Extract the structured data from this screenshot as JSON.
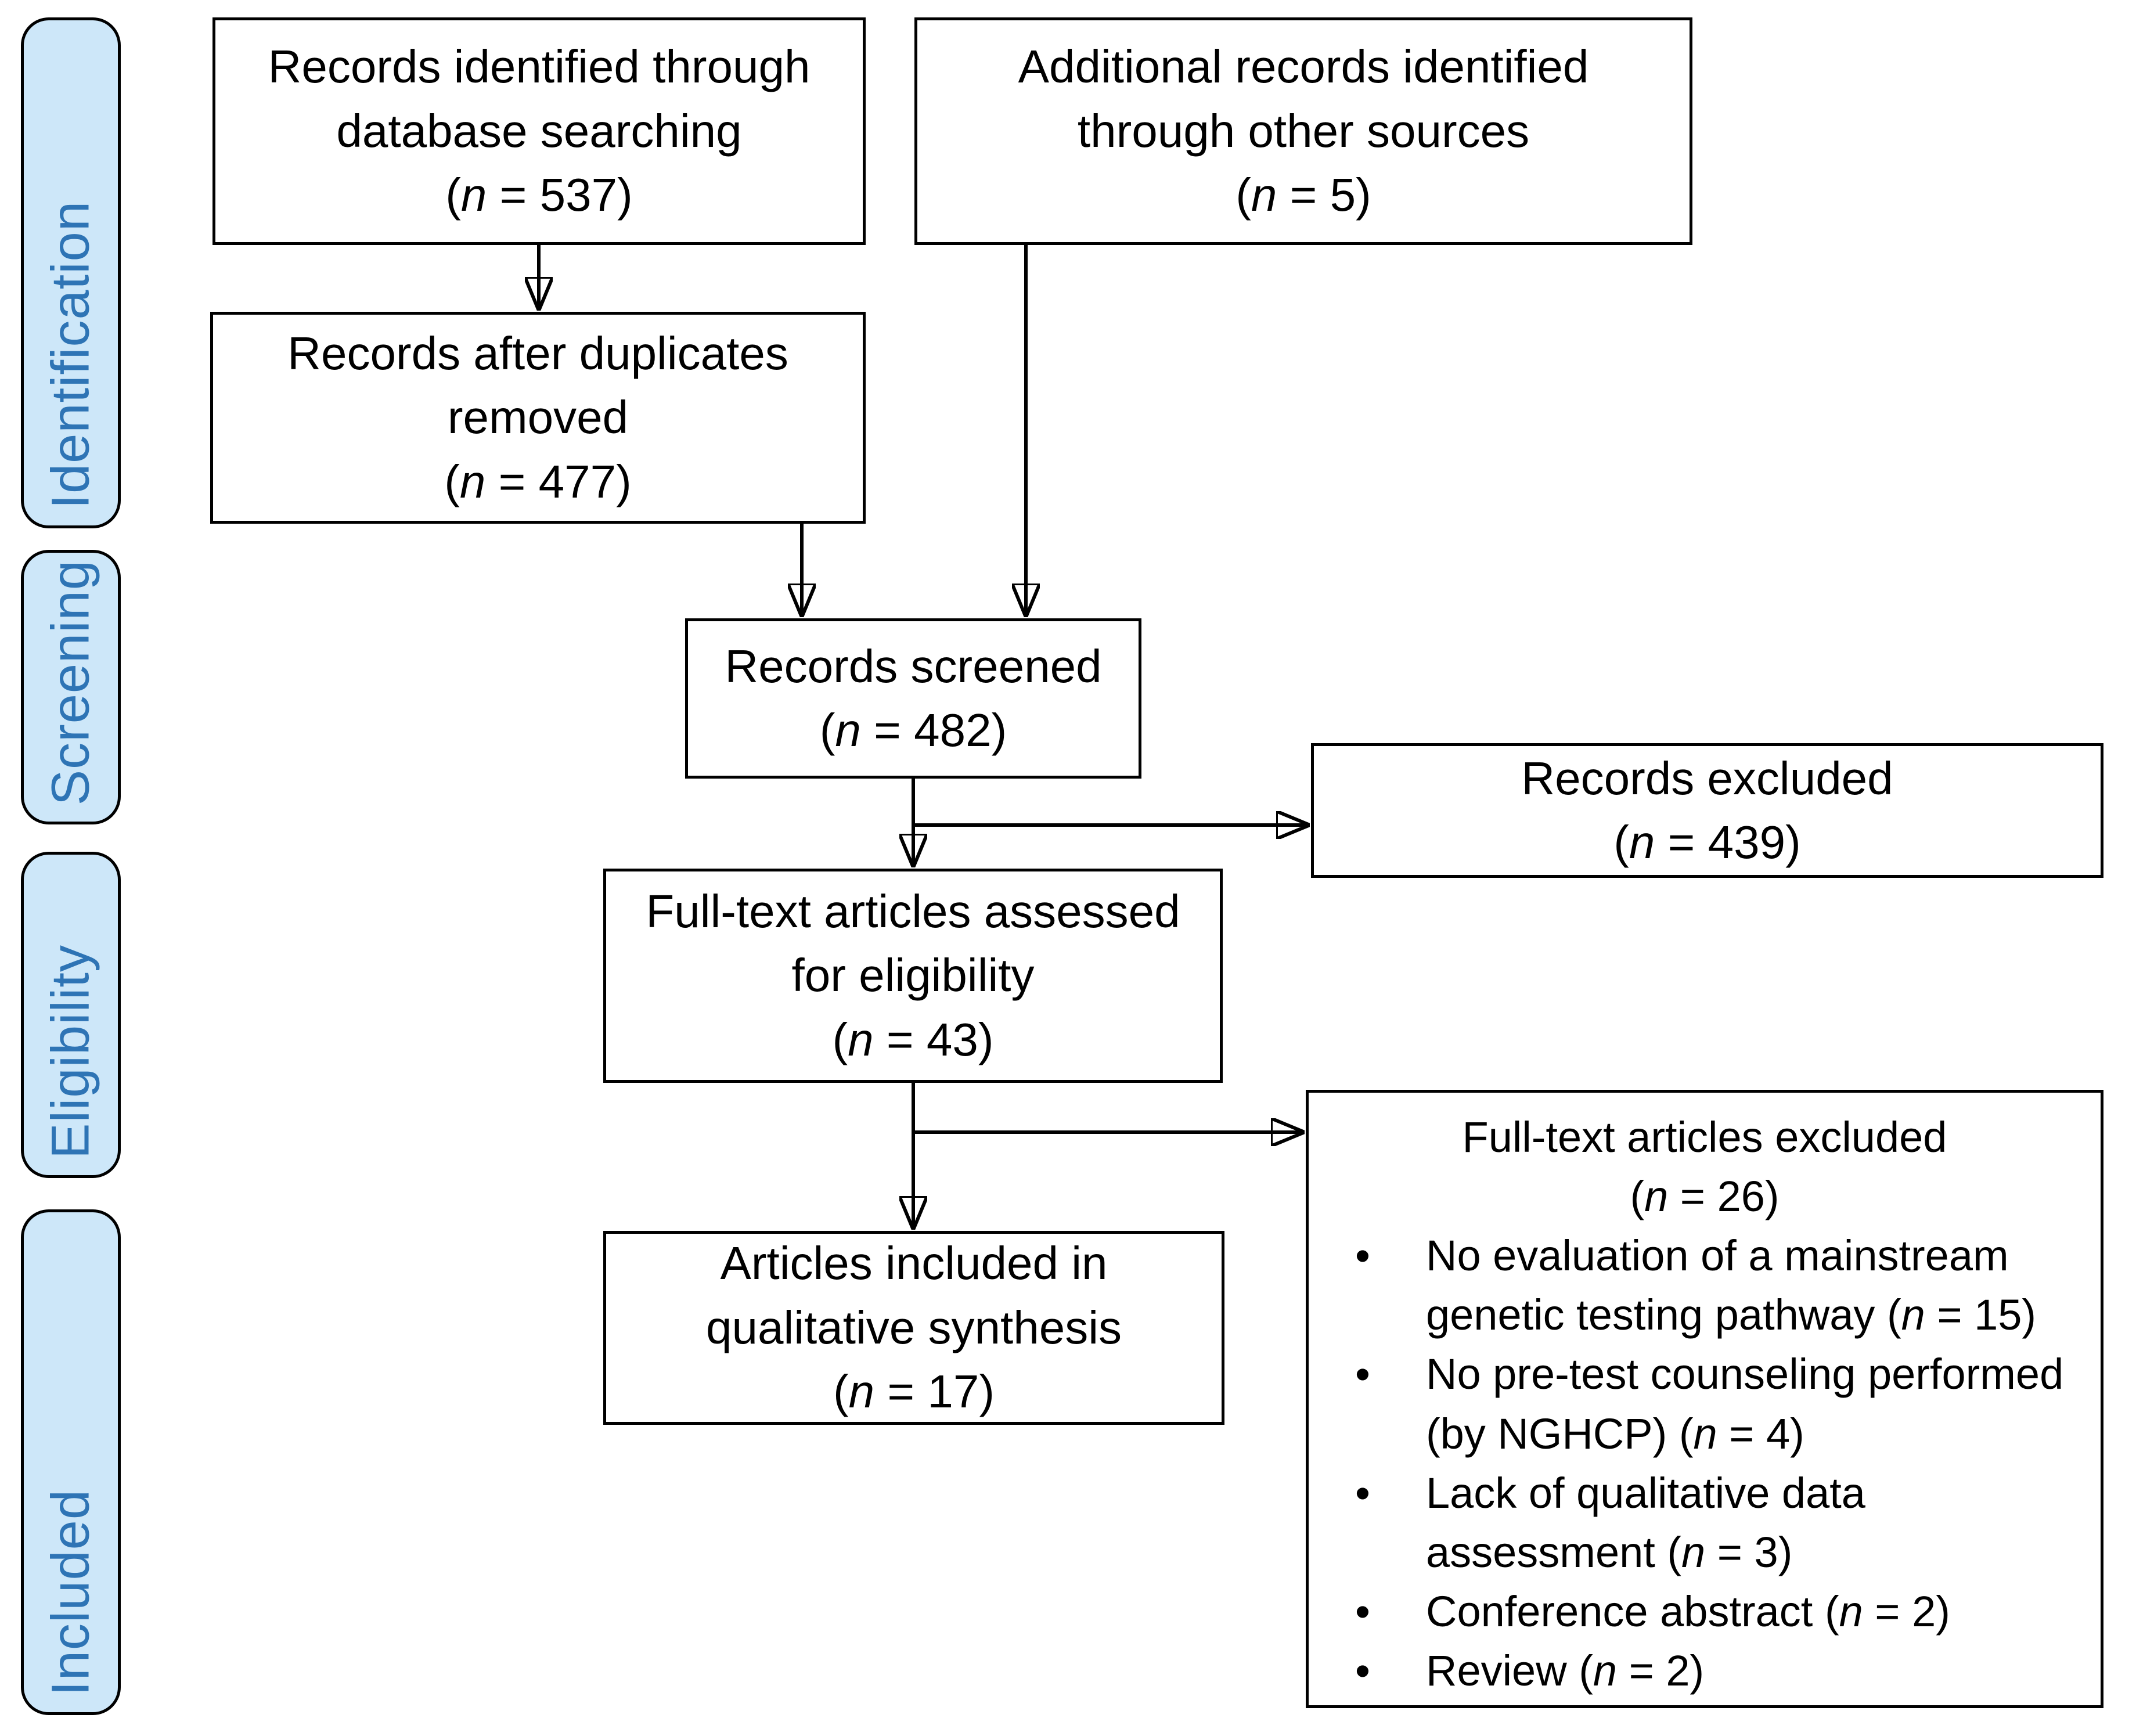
{
  "n_symbol": "n",
  "colors": {
    "background": "#FFFFFF",
    "border": "#000000",
    "stage_fill": "#CDE7F9",
    "stage_text": "#2E74B5"
  },
  "sidebar": {
    "stages": [
      {
        "label": "Identification"
      },
      {
        "label": "Screening"
      },
      {
        "label": "Eligibility"
      },
      {
        "label": "Included"
      }
    ]
  },
  "boxes": {
    "identified": {
      "lines": [
        "Records identified through",
        "database searching"
      ],
      "n": "537"
    },
    "additional": {
      "lines": [
        "Additional records identified",
        "through other sources"
      ],
      "n": "5"
    },
    "deduplicated": {
      "lines": [
        "Records after duplicates",
        "removed"
      ],
      "n": "477"
    },
    "screened": {
      "lines": [
        "Records screened"
      ],
      "n": "482"
    },
    "records_excluded": {
      "lines": [
        "Records excluded"
      ],
      "n": "439"
    },
    "fulltext_assessed": {
      "lines": [
        "Full-text articles assessed",
        "for eligibility"
      ],
      "n": "43"
    },
    "fulltext_excluded": {
      "title": "Full-text articles excluded",
      "n": "26",
      "reasons": [
        {
          "text": "No evaluation of a mainstream genetic testing pathway",
          "n": "15"
        },
        {
          "text": "No pre-test counseling performed (by NGHCP)",
          "n": "4"
        },
        {
          "text": "Lack of qualitative data assessment",
          "n": "3"
        },
        {
          "text": "Conference abstract",
          "n": "2"
        },
        {
          "text": "Review",
          "n": "2"
        }
      ]
    },
    "included": {
      "lines": [
        "Articles included in",
        "qualitative synthesis"
      ],
      "n": "17"
    }
  }
}
